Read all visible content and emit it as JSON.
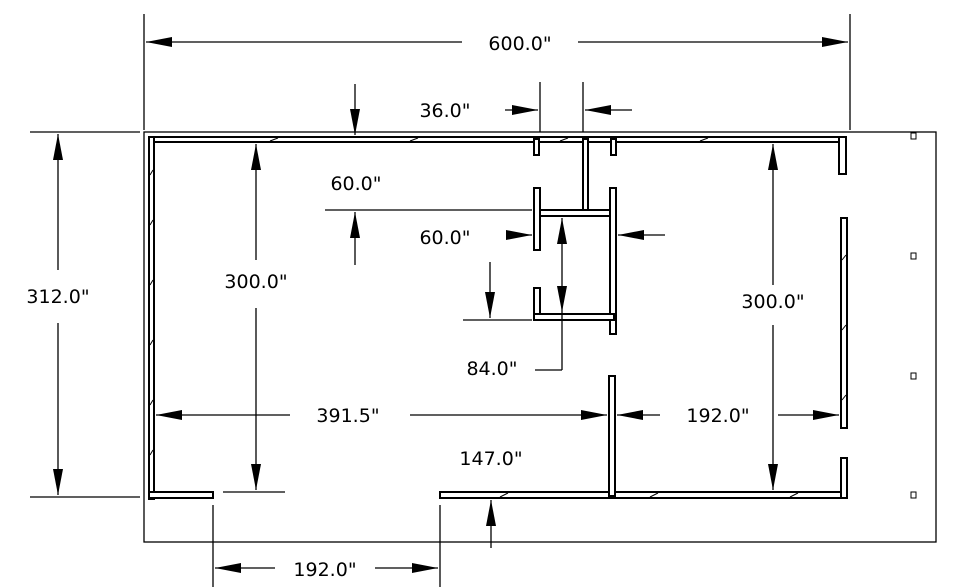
{
  "dimensions": {
    "overall_width": "600.0\"",
    "overall_depth": "312.0\"",
    "inner_left_height": "300.0\"",
    "inner_right_height": "300.0\"",
    "opening_width": "36.0\"",
    "column_offset": "60.0\"",
    "column_width": "60.0\"",
    "column_depth": "84.0\"",
    "left_span": "391.5\"",
    "right_span": "192.0\"",
    "partition_length": "147.0\"",
    "door_opening": "192.0\""
  }
}
